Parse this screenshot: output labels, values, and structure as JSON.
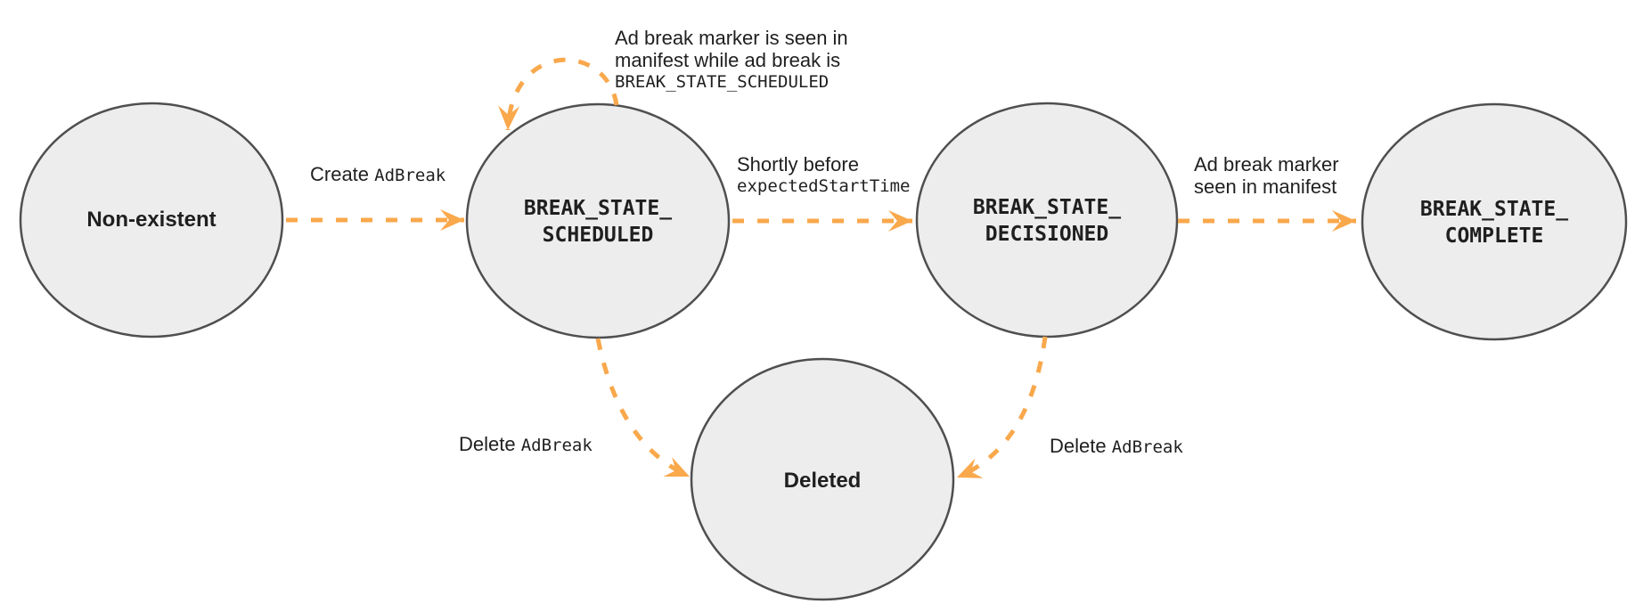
{
  "diagram": {
    "kind": "state-transition-diagram",
    "colors": {
      "arrow": "#F9A84C",
      "node_fill": "#EDEDED",
      "node_stroke": "#4F4F51",
      "text": "#1F1F1F",
      "background": "#FFFFFF"
    },
    "nodes": [
      {
        "id": "non-existent",
        "label": "Non-existent"
      },
      {
        "id": "break-state-scheduled",
        "line1": "BREAK_STATE_",
        "line2": "SCHEDULED"
      },
      {
        "id": "break-state-decisioned",
        "line1": "BREAK_STATE_",
        "line2": "DECISIONED"
      },
      {
        "id": "break-state-complete",
        "line1": "BREAK_STATE_",
        "line2": "COMPLETE"
      },
      {
        "id": "deleted",
        "label": "Deleted"
      }
    ],
    "edges": {
      "create": {
        "from": "non-existent",
        "to": "break-state-scheduled",
        "plain": "Create ",
        "code": "AdBreak"
      },
      "self_loop": {
        "from": "break-state-scheduled",
        "to": "break-state-scheduled",
        "line1": "Ad break marker is seen in",
        "line2": "manifest while ad break is",
        "code_line": "BREAK_STATE_SCHEDULED"
      },
      "to_decisioned": {
        "from": "break-state-scheduled",
        "to": "break-state-decisioned",
        "line1": "Shortly before",
        "code_line": "expectedStartTime"
      },
      "to_complete": {
        "from": "break-state-decisioned",
        "to": "break-state-complete",
        "line1": "Ad break marker",
        "line2": "seen in manifest"
      },
      "delete_left": {
        "from": "break-state-scheduled",
        "to": "deleted",
        "plain": "Delete ",
        "code": "AdBreak"
      },
      "delete_right": {
        "from": "break-state-decisioned",
        "to": "deleted",
        "plain": "Delete ",
        "code": "AdBreak"
      }
    }
  }
}
